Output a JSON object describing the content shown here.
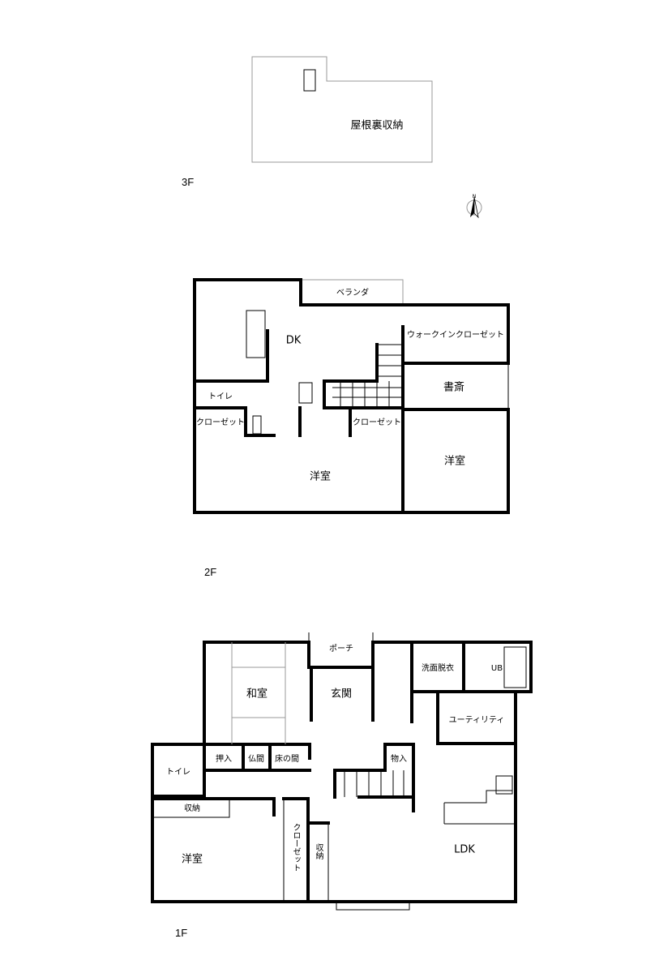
{
  "floors": {
    "f3": {
      "label": "3F",
      "rooms": {
        "attic_storage": "屋根裏収納"
      }
    },
    "f2": {
      "label": "2F",
      "rooms": {
        "veranda": "ベランダ",
        "dk": "DK",
        "walk_in_closet": "ウォークインクローゼット",
        "study": "書斎",
        "toilet": "トイレ",
        "closet_left": "クローゼット",
        "closet_right": "クローゼット",
        "western_room_main": "洋室",
        "western_room_right": "洋室"
      }
    },
    "f1": {
      "label": "1F",
      "rooms": {
        "porch": "ポーチ",
        "japanese_room": "和室",
        "entrance": "玄関",
        "washroom": "洗面脱衣",
        "bath": "UB",
        "utility": "ユーティリティ",
        "oshiire": "押入",
        "butsuma": "仏間",
        "tokonoma": "床の間",
        "storage_small": "物入",
        "toilet": "トイレ",
        "storage_west": "収納",
        "western_room": "洋室",
        "closet": "クローゼット",
        "storage_ldk": "収納",
        "ldk": "LDK"
      }
    }
  },
  "compass": {
    "north_label": "N"
  }
}
